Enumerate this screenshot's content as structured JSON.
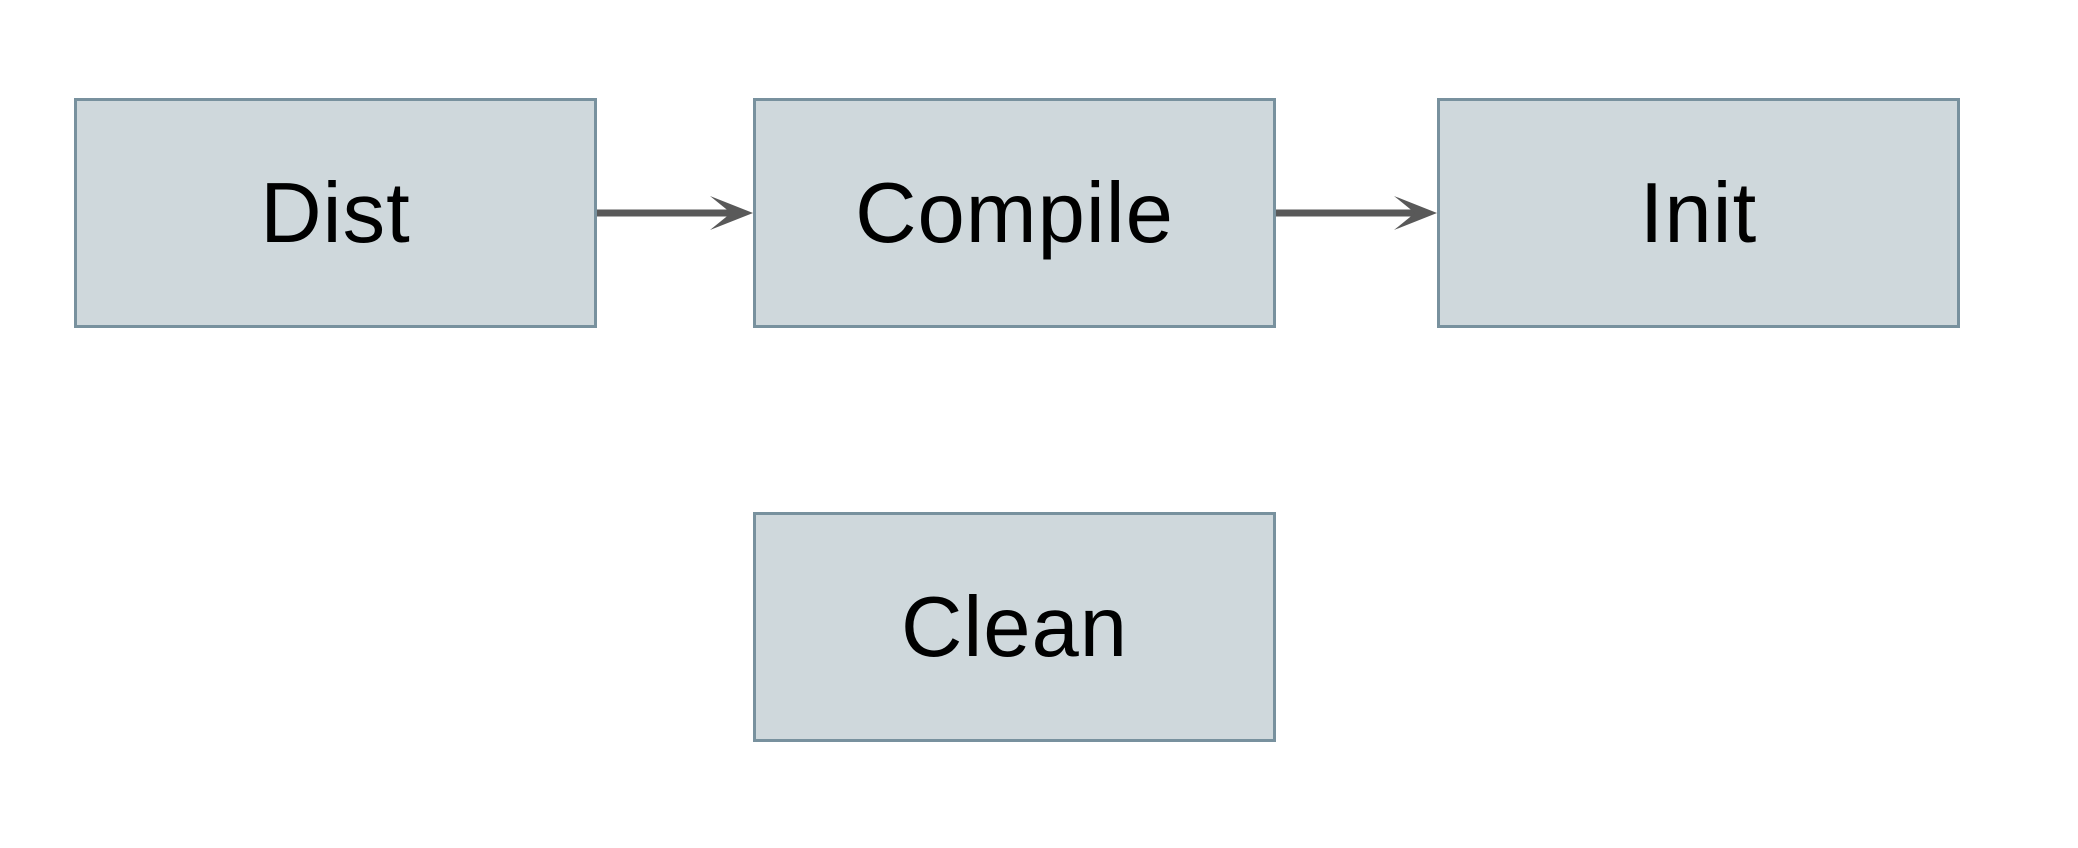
{
  "diagram": {
    "title": "build-targets-flow",
    "background_color": "#ffffff",
    "node_fill_color": "#cfd8dc",
    "node_border_color": "#78919e",
    "arrow_color": "#595959",
    "text_color": "#000000",
    "nodes": [
      {
        "id": "dist",
        "label": "Dist"
      },
      {
        "id": "compile",
        "label": "Compile"
      },
      {
        "id": "init",
        "label": "Init"
      },
      {
        "id": "clean",
        "label": "Clean"
      }
    ],
    "edges": [
      {
        "from": "Dist",
        "to": "Compile",
        "style": "solid-arrow"
      },
      {
        "from": "Compile",
        "to": "Init",
        "style": "solid-arrow"
      }
    ]
  }
}
